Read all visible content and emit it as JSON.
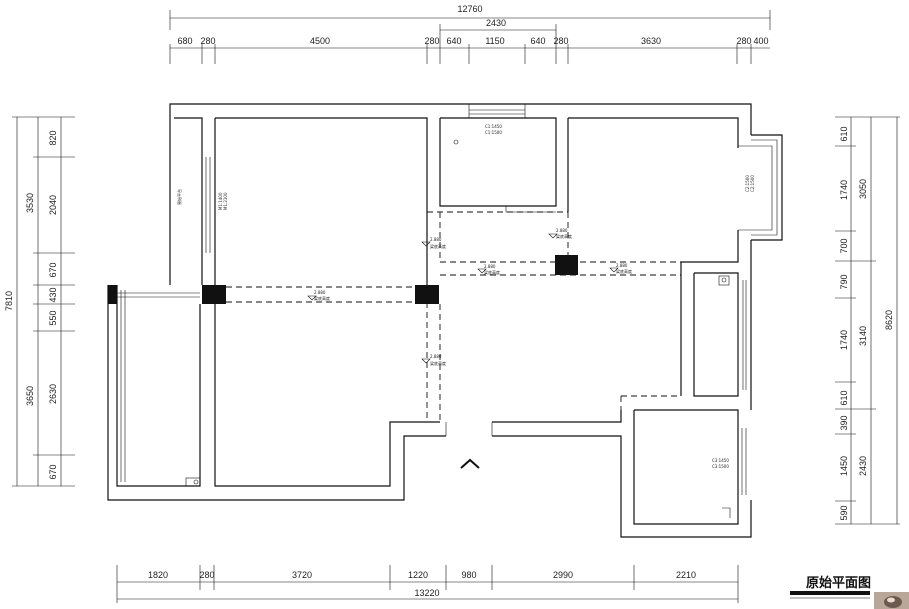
{
  "drawing": {
    "title": "原始平面图",
    "compass_icon": "chevron-up-icon"
  },
  "dims": {
    "top_total": "12760",
    "top_mid": "2430",
    "top_segments": [
      "680",
      "280",
      "4500",
      "280",
      "640",
      "1150",
      "640",
      "280",
      "3630",
      "280",
      "400"
    ],
    "bottom_segments": [
      "1820",
      "280",
      "3720",
      "1220",
      "980",
      "2990",
      "2210"
    ],
    "bottom_total": "13220",
    "left_outer": "7810",
    "left_mid": [
      "3530",
      "3650"
    ],
    "left_inner": [
      "820",
      "2040",
      "670",
      "430",
      "550",
      "2630",
      "670"
    ],
    "right_outer": "8620",
    "right_mid": [
      "3050",
      "3140",
      "2430"
    ],
    "right_inner": [
      "610",
      "1740",
      "700",
      "790",
      "1740",
      "610",
      "390",
      "1450",
      "590"
    ]
  },
  "annotations": {
    "window_top": [
      "C1:1450",
      "C1:1500"
    ],
    "window_right": [
      "C2:1500",
      "C2:1500"
    ],
    "window_lower": [
      "C3:1450",
      "C3:1500"
    ],
    "door_mid": [
      "M1:1400",
      "M1:2100"
    ],
    "door_left": [
      "原始平台"
    ],
    "beam_mid": [
      "2.880",
      "梁底高度"
    ],
    "beam_left": [
      "2.880",
      "梁底高度"
    ],
    "beam_upper": [
      "2.880",
      "梁底高度"
    ],
    "beam_right": [
      "2.880",
      "梁底高度"
    ],
    "beam_vertical": [
      "2.880",
      "梁底高度"
    ],
    "beam_upper_vert": [
      "2.880",
      "梁底高度"
    ]
  }
}
